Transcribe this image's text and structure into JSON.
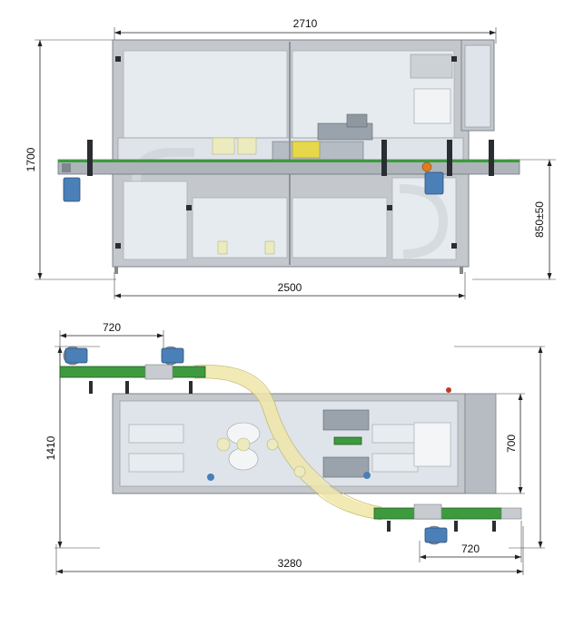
{
  "front_view": {
    "width_overall": "2710",
    "width_base": "2500",
    "height_overall": "1700",
    "conveyor_height": "850±50"
  },
  "top_view": {
    "infeed_length": "720",
    "outfeed_length": "720",
    "length_overall": "3280",
    "depth_overall": "1410",
    "frame_depth": "700"
  }
}
